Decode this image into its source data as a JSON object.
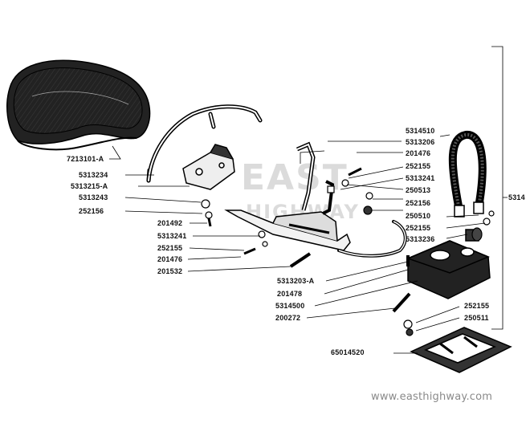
{
  "parts": {
    "p7213101A": "7213101-A",
    "p5313234": "5313234",
    "p5313215A": "5313215-A",
    "p5313243": "5313243",
    "p252156a": "252156",
    "p201492": "201492",
    "p5313241a": "5313241",
    "p252155a": "252155",
    "p201476a": "201476",
    "p201532": "201532",
    "p5314510": "5314510",
    "p5313206": "5313206",
    "p201476b": "201476",
    "p252155b": "252155",
    "p5313241b": "5313241",
    "p250513": "250513",
    "p252156b": "252156",
    "p250510": "250510",
    "p252155c": "252155",
    "p5313236": "5313236",
    "p5313203A": "5313203-A",
    "p201478": "201478",
    "p5314500": "5314500",
    "p200272": "200272",
    "p252155d": "252155",
    "p250511": "250511",
    "p65014520": "65014520",
    "p5314": "5314"
  },
  "watermark": {
    "line1": "EAST",
    "line2": "HIGHWAY",
    "website": "www.easthighway.com"
  }
}
